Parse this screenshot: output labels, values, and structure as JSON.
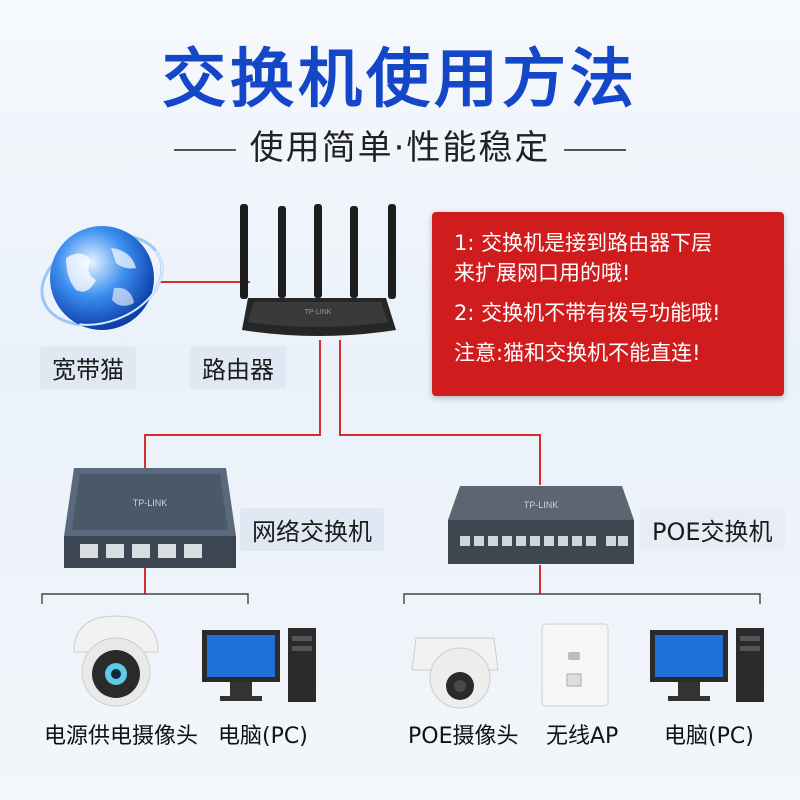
{
  "header": {
    "title": "交换机使用方法",
    "subtitle": "使用简单·性能稳定"
  },
  "devices": {
    "modem_label": "宽带猫",
    "router_label": "路由器",
    "network_switch_label": "网络交换机",
    "poe_switch_label": "POE交换机",
    "router_brand": "TP-LINK",
    "switch_brand": "TP-LINK",
    "poe_brand": "TP-LINK"
  },
  "notice": {
    "line1": "1: 交换机是接到路由器下层",
    "line1b": "来扩展网口用的哦!",
    "line2": "2: 交换机不带有拨号功能哦!",
    "line3": "注意:猫和交换机不能直连!"
  },
  "endpoints": {
    "left": [
      "电源供电摄像头",
      "电脑(PC)"
    ],
    "right": [
      "POE摄像头",
      "无线AP",
      "电脑(PC)"
    ]
  },
  "colors": {
    "title": "#1347c8",
    "line": "#d23030",
    "notice_bg": "#d01c1c"
  }
}
